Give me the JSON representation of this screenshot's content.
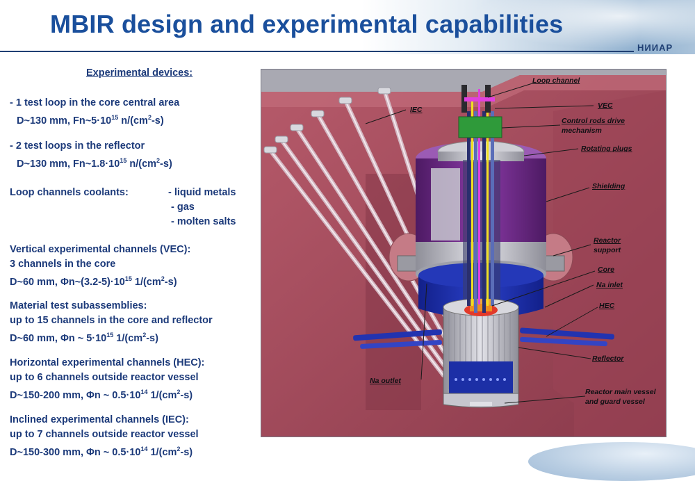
{
  "header": {
    "title": "MBIR design and experimental capabilities",
    "logo": "НИИАР"
  },
  "left": {
    "experimental_devices": "Experimental devices:",
    "loop1_line1": "- 1 test loop in the core central area",
    "loop1_line2": "D~130 mm, Fn~5·10",
    "loop1_exp": "15",
    "loop1_unit": " n/(cm",
    "loop1_sup": "2",
    "loop1_end": "-s)",
    "loop2_line1": "- 2 test loops in the reflector",
    "loop2_line2": "D~130 mm, Fn~1.8·10",
    "loop2_exp": "15",
    "loop2_unit": " n/(cm",
    "loop2_sup": "2",
    "loop2_end": "-s)",
    "coolants_label": "Loop channels coolants:",
    "coolant_1": "- liquid metals",
    "coolant_2": "- gas",
    "coolant_3": "- molten salts",
    "vec_title": "Vertical experimental channels (VEC):",
    "vec_line1": "3 channels in the core",
    "vec_line2": "D~60 mm, Φn~(3.2-5)·10",
    "vec_exp": "15",
    "vec_unit": " 1/(cm",
    "vec_sup": "2",
    "vec_end": "-s)",
    "mts_title": "Material test subassemblies:",
    "mts_line1": "up to 15 channels in the core and reflector",
    "mts_line2": "D~60 mm, Φn ~  5·10",
    "mts_exp": "15",
    "mts_unit": " 1/(cm",
    "mts_sup": "2",
    "mts_end": "-s)",
    "hec_title": "Horizontal experimental channels (HEC):",
    "hec_line1": "up to 6 channels outside reactor vessel",
    "hec_line2": "D~150-200 mm, Φn ~ 0.5·10",
    "hec_exp": "14",
    "hec_unit": " 1/(cm",
    "hec_sup": "2",
    "hec_end": "-s)",
    "iec_title": "Inclined experimental channels (IEC):",
    "iec_line1": "up to 7 channels outside reactor vessel",
    "iec_line2": "D~150-300 mm, Φn ~ 0.5·10",
    "iec_exp": "14",
    "iec_unit": " 1/(cm",
    "iec_sup": "2",
    "iec_end": "-s)"
  },
  "diagram": {
    "labels": {
      "loop_channel": "Loop channel",
      "iec": "IEC",
      "vec": "VEC",
      "control_rods_1": "Control rods drive",
      "control_rods_2": "mechanism",
      "rotating_plugs": "Rotating plugs",
      "shielding": "Shielding",
      "reactor_support_1": "Reactor",
      "reactor_support_2": "support",
      "core": "Core",
      "na_inlet": "Na inlet",
      "hec": "HEC",
      "reflector": "Reflector",
      "na_outlet": "Na outlet",
      "vessel_1": "Reactor main vessel",
      "vessel_2": "and guard vessel"
    },
    "colors": {
      "concrete": "#a14a5a",
      "concrete_dark": "#7e3344",
      "vessel_blue": "#1c2fa6",
      "plug_purple": "#6e2a86",
      "steel": "#b8b8c0"
    }
  }
}
